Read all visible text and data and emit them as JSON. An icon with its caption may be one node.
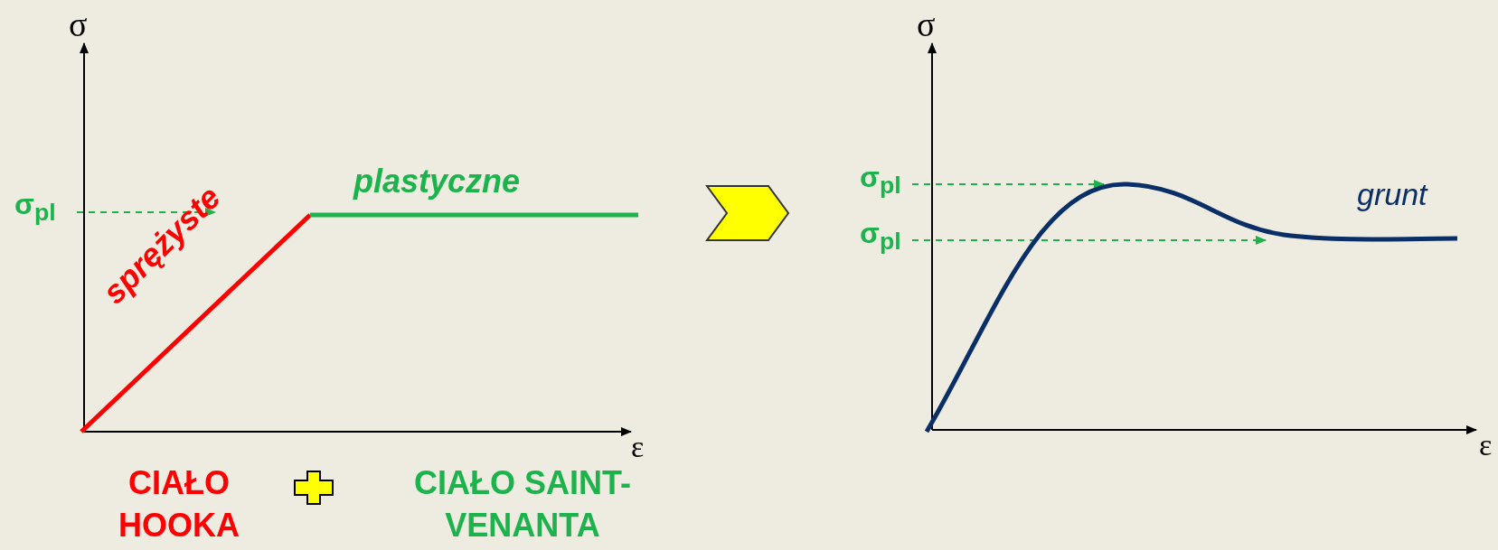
{
  "diagram": {
    "labels": [
      "σ",
      "σ",
      "σ$_{pl}$",
      "plastyczne",
      "σ$_{pl}$",
      "grunt",
      "σ$_{pl}$",
      "sprężyste",
      "ε",
      "ε",
      "CIAŁO HOOKA",
      "CIAŁO SAINT-VENANTA"
    ]
  }
}
